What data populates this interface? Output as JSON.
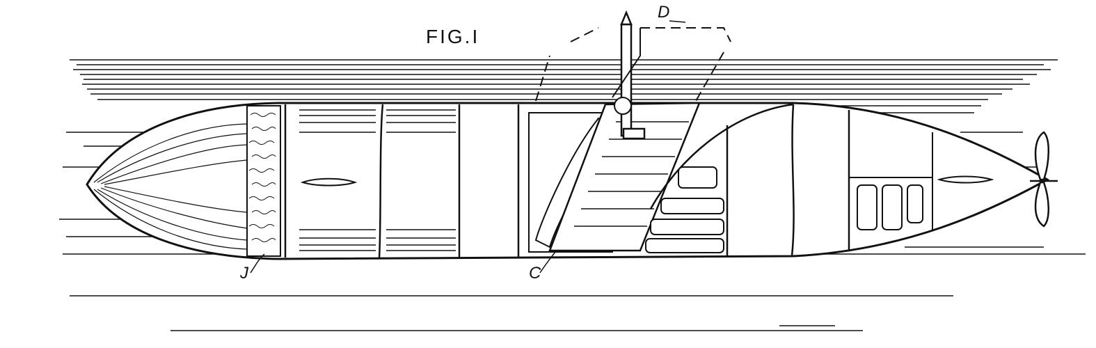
{
  "figure": {
    "title": "FIG.I",
    "labels": {
      "J": "J",
      "C": "C",
      "D": "D"
    }
  },
  "colors": {
    "ink": "#111111",
    "paper": "#ffffff"
  }
}
